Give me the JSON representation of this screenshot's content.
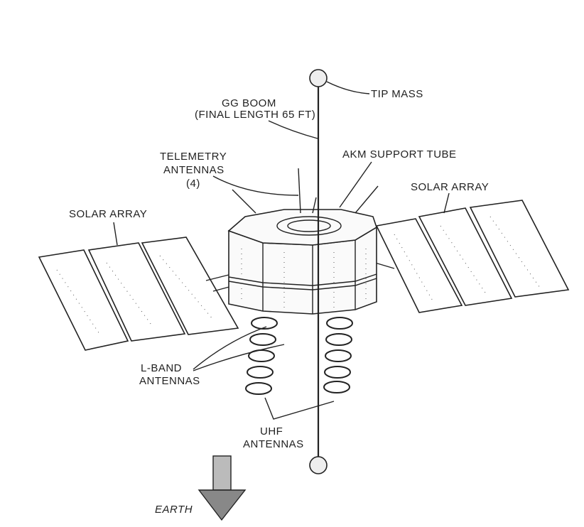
{
  "labels": {
    "tip_mass": "TIP MASS",
    "gg_boom": "GG BOOM",
    "gg_boom_length": "(FINAL LENGTH 65 FT)",
    "telemetry_1": "TELEMETRY",
    "telemetry_2": "ANTENNAS",
    "telemetry_3": "(4)",
    "akm": "AKM SUPPORT TUBE",
    "solar_right": "SOLAR ARRAY",
    "solar_left": "SOLAR ARRAY",
    "lband_1": "L-BAND",
    "lband_2": "ANTENNAS",
    "uhf_1": "UHF",
    "uhf_2": "ANTENNAS",
    "earth": "EARTH"
  }
}
